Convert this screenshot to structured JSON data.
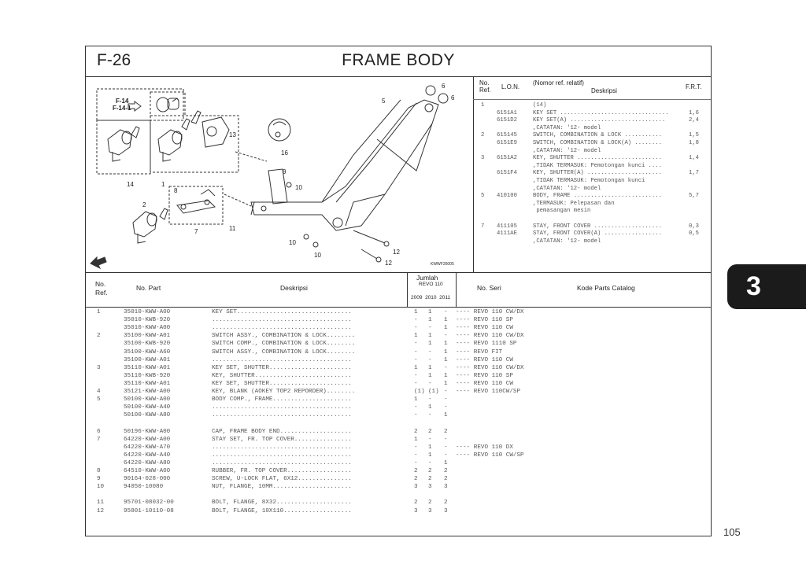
{
  "page": {
    "code": "F-26",
    "title": "FRAME BODY",
    "tab_number": "3",
    "page_number": "105"
  },
  "diagram": {
    "callouts": [
      "F-14",
      "F-14-1",
      "5",
      "6",
      "6",
      "13",
      "16",
      "9",
      "10",
      "14",
      "1",
      "8",
      "2",
      "7",
      "11",
      "10",
      "10",
      "12",
      "12"
    ],
    "code": "KWWF26005"
  },
  "ref_table": {
    "headers": {
      "no": "No.",
      "ref": "Ref.",
      "lon": "L.O.N.",
      "note": "(Nomor ref. relatif)",
      "desc": "Deskripsi",
      "frt": "F.R.T."
    },
    "rows": [
      {
        "no": "1",
        "lon": "",
        "desc": "(14)",
        "frt": ""
      },
      {
        "no": "",
        "lon": "6151A1",
        "desc": "KEY SET ................................",
        "frt": "1,6"
      },
      {
        "no": "",
        "lon": "6151D2",
        "desc": "KEY SET(A) ............................",
        "frt": "2,4"
      },
      {
        "no": "",
        "lon": "",
        "desc": ",CATATAN: '12- model",
        "frt": ""
      },
      {
        "no": "2",
        "lon": "615145",
        "desc": "SWITCH, COMBINATION & LOCK ...........",
        "frt": "1,5"
      },
      {
        "no": "",
        "lon": "6151E9",
        "desc": "SWITCH, COMBINATION & LOCK(A) ........",
        "frt": "1,8"
      },
      {
        "no": "",
        "lon": "",
        "desc": ",CATATAN: '12- model",
        "frt": ""
      },
      {
        "no": "3",
        "lon": "6151A2",
        "desc": "KEY, SHUTTER .........................",
        "frt": "1,4"
      },
      {
        "no": "",
        "lon": "",
        "desc": ",TIDAK TERMASUK: Pemotongan kunci ....",
        "frt": ""
      },
      {
        "no": "",
        "lon": "6151F4",
        "desc": "KEY, SHUTTER(A) ......................",
        "frt": "1,7"
      },
      {
        "no": "",
        "lon": "",
        "desc": ",TIDAK TERMASUK: Pemotongan kunci",
        "frt": ""
      },
      {
        "no": "",
        "lon": "",
        "desc": ",CATATAN: '12- model",
        "frt": ""
      },
      {
        "no": "5",
        "lon": "410100",
        "desc": "BODY, FRAME ..........................",
        "frt": "5,7"
      },
      {
        "no": "",
        "lon": "",
        "desc": ",TERMASUK: Pelepasan dan",
        "frt": ""
      },
      {
        "no": "",
        "lon": "",
        "desc": " pemasangan mesin",
        "frt": ""
      },
      {
        "no": "",
        "lon": "",
        "desc": "",
        "frt": ""
      },
      {
        "no": "7",
        "lon": "411105",
        "desc": "STAY, FRONT COVER ....................",
        "frt": "0,3"
      },
      {
        "no": "",
        "lon": "4111AE",
        "desc": "STAY, FRONT COVER(A) .................",
        "frt": "0,5"
      },
      {
        "no": "",
        "lon": "",
        "desc": ",CATATAN: '12- model",
        "frt": ""
      }
    ]
  },
  "parts_table": {
    "headers": {
      "no": "No.",
      "ref": "Ref.",
      "part": "No. Part",
      "desc": "Deskripsi",
      "jumlah": "Jumlah",
      "model": "REVO 110",
      "years": "2009  2010  2011",
      "seri": "No. Seri",
      "kode": "Kode Parts Catalog"
    },
    "rows": [
      {
        "no": "1",
        "part": "35010-KWW-A00",
        "desc": "KEY SET................................",
        "q1": "1",
        "q2": "1",
        "q3": "-",
        "seri": "",
        "kode": "---- REVO 110 CW/DX"
      },
      {
        "no": "",
        "part": "35010-KWB-920",
        "desc": ".......................................",
        "q1": "-",
        "q2": "1",
        "q3": "1",
        "seri": "",
        "kode": "---- REVO 110 SP"
      },
      {
        "no": "",
        "part": "35010-KWW-A00",
        "desc": ".......................................",
        "q1": "-",
        "q2": "-",
        "q3": "1",
        "seri": "",
        "kode": "---- REVO 110 CW"
      },
      {
        "no": "2",
        "part": "35100-KWW-A01",
        "desc": "SWITCH ASSY., COMBINATION & LOCK........",
        "q1": "1",
        "q2": "1",
        "q3": "-",
        "seri": "",
        "kode": "---- REVO 110 CW/DX"
      },
      {
        "no": "",
        "part": "35100-KWB-920",
        "desc": "SWITCH COMP., COMBINATION & LOCK........",
        "q1": "-",
        "q2": "1",
        "q3": "1",
        "seri": "",
        "kode": "---- REVO 1110 SP"
      },
      {
        "no": "",
        "part": "35100-KWW-A60",
        "desc": "SWITCH ASSY., COMBINATION & LOCK........",
        "q1": "-",
        "q2": "-",
        "q3": "1",
        "seri": "",
        "kode": "---- REVO FIT"
      },
      {
        "no": "",
        "part": "35100-KWW-A01",
        "desc": ".......................................",
        "q1": "-",
        "q2": "-",
        "q3": "1",
        "seri": "",
        "kode": "---- REVO 110 CW"
      },
      {
        "no": "3",
        "part": "35110-KWW-A01",
        "desc": "KEY SET, SHUTTER.......................",
        "q1": "1",
        "q2": "1",
        "q3": "-",
        "seri": "",
        "kode": "---- REVO 110 CW/DX"
      },
      {
        "no": "",
        "part": "35110-KWB-920",
        "desc": "KEY, SHUTTER...........................",
        "q1": "-",
        "q2": "1",
        "q3": "1",
        "seri": "",
        "kode": "---- REVO 110 SP"
      },
      {
        "no": "",
        "part": "35110-KWW-A01",
        "desc": "KEY SET, SHUTTER.......................",
        "q1": "-",
        "q2": "-",
        "q3": "1",
        "seri": "",
        "kode": "---- REVO 110 CW"
      },
      {
        "no": "4",
        "part": "35121-KWW-A00",
        "desc": "KEY, BLANK (AOKEY TOP2 REPORDER)........",
        "q1": "(1)",
        "q2": "(1)",
        "q3": "-",
        "seri": "",
        "kode": "---- REVO 110CW/SP"
      },
      {
        "no": "5",
        "part": "50100-KWW-A00",
        "desc": "BODY COMP., FRAME......................",
        "q1": "1",
        "q2": "-",
        "q3": "-",
        "seri": "",
        "kode": ""
      },
      {
        "no": "",
        "part": "50100-KWW-A40",
        "desc": ".......................................",
        "q1": "-",
        "q2": "1",
        "q3": "-",
        "seri": "",
        "kode": ""
      },
      {
        "no": "",
        "part": "50100-KWW-A80",
        "desc": ".......................................",
        "q1": "-",
        "q2": "-",
        "q3": "1",
        "seri": "",
        "kode": ""
      },
      {
        "no": "",
        "part": "",
        "desc": "",
        "q1": "",
        "q2": "",
        "q3": "",
        "seri": "",
        "kode": ""
      },
      {
        "no": "6",
        "part": "50196-KWW-A00",
        "desc": "CAP, FRAME BODY END....................",
        "q1": "2",
        "q2": "2",
        "q3": "2",
        "seri": "",
        "kode": ""
      },
      {
        "no": "7",
        "part": "64220-KWW-A00",
        "desc": "STAY SET, FR. TOP COVER................",
        "q1": "1",
        "q2": "-",
        "q3": "-",
        "seri": "",
        "kode": ""
      },
      {
        "no": "",
        "part": "64220-KWW-A70",
        "desc": ".......................................",
        "q1": "-",
        "q2": "1",
        "q3": "-",
        "seri": "",
        "kode": "---- REVO 110 DX"
      },
      {
        "no": "",
        "part": "64220-KWW-A40",
        "desc": ".......................................",
        "q1": "-",
        "q2": "1",
        "q3": "-",
        "seri": "",
        "kode": "---- REVO 110 CW/SP"
      },
      {
        "no": "",
        "part": "64220-KWW-A80",
        "desc": ".......................................",
        "q1": "-",
        "q2": "-",
        "q3": "1",
        "seri": "",
        "kode": ""
      },
      {
        "no": "8",
        "part": "64510-KWW-A00",
        "desc": "RUBBER, FR. TOP COVER..................",
        "q1": "2",
        "q2": "2",
        "q3": "2",
        "seri": "",
        "kode": ""
      },
      {
        "no": "9",
        "part": "90164-028-000",
        "desc": "SCREW, U-LOCK FLAT, 6X12...............",
        "q1": "2",
        "q2": "2",
        "q3": "2",
        "seri": "",
        "kode": ""
      },
      {
        "no": "10",
        "part": "94050-10080",
        "desc": "NUT, FLANGE, 10MM......................",
        "q1": "3",
        "q2": "3",
        "q3": "3",
        "seri": "",
        "kode": ""
      },
      {
        "no": "",
        "part": "",
        "desc": "",
        "q1": "",
        "q2": "",
        "q3": "",
        "seri": "",
        "kode": ""
      },
      {
        "no": "11",
        "part": "95701-08032-00",
        "desc": "BOLT, FLANGE, 8X32.....................",
        "q1": "2",
        "q2": "2",
        "q3": "2",
        "seri": "",
        "kode": ""
      },
      {
        "no": "12",
        "part": "95801-10110-08",
        "desc": "BOLT, FLANGE, 10X110...................",
        "q1": "3",
        "q2": "3",
        "q3": "3",
        "seri": "",
        "kode": ""
      }
    ]
  }
}
